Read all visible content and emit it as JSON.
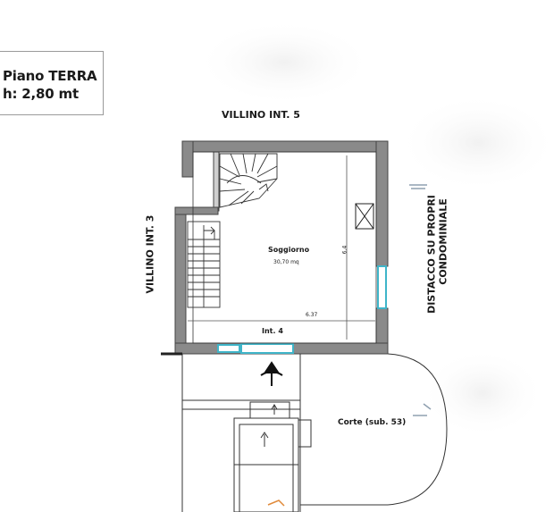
{
  "info_box": {
    "floor": "Piano TERRA",
    "height": "h: 2,80 mt"
  },
  "labels": {
    "villino_int_5": "VILLINO INT. 5",
    "villino_int_3": "VILLINO INT. 3",
    "distacco_line1": "DISTACCO SU PROPRI",
    "distacco_line2": "CONDOMINIALE",
    "room_name": "Soggiorno",
    "room_area": "30,70 mq",
    "dim_vertical": "6.4",
    "dim_horizontal": "6.37",
    "unit_label": "Int. 4",
    "courtyard": "Corte (sub. 53)"
  }
}
